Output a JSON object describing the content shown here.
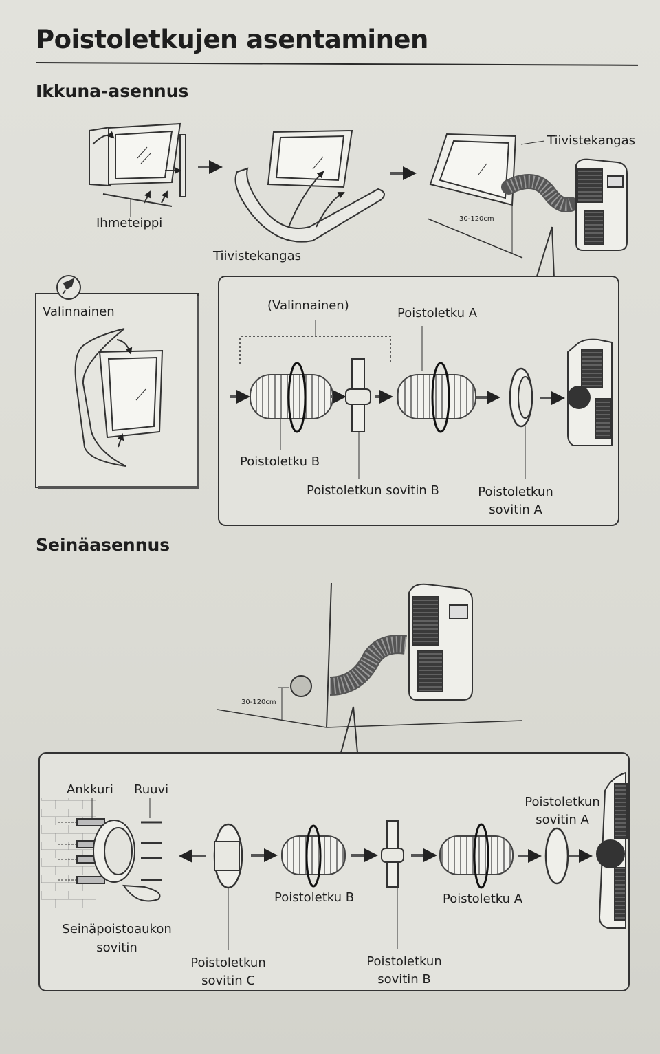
{
  "title": "Poistoletkujen asentaminen",
  "window_section": {
    "heading": "Ikkuna-asennus",
    "labels": {
      "ihmeteippi": "Ihmeteippi",
      "tiivistekangas_1": "Tiivistekangas",
      "tiivistekangas_2": "Tiivistekangas",
      "measure": "30-120cm",
      "valinnainen_box": "Valinnainen",
      "valinnainen_bracket": "(Valinnainen)",
      "poistoletku_a": "Poistoletku A",
      "poistoletku_b": "Poistoletku B",
      "sovitin_b": "Poistoletkun sovitin B",
      "sovitin_a_line1": "Poistoletkun",
      "sovitin_a_line2": "sovitin A"
    }
  },
  "wall_section": {
    "heading": "Seinäasennus",
    "labels": {
      "measure": "30-120cm",
      "ankkuri": "Ankkuri",
      "ruuvi": "Ruuvi",
      "sovitin_a_line1": "Poistoletkun",
      "sovitin_a_line2": "sovitin A",
      "poistoletku_b": "Poistoletku B",
      "poistoletku_a": "Poistoletku A",
      "seina_line1": "Seinäpoistoaukon",
      "seina_line2": "sovitin",
      "sovitin_c_line1": "Poistoletkun",
      "sovitin_c_line2": "sovitin C",
      "sovitin_b_line1": "Poistoletkun",
      "sovitin_b_line2": "sovitin B"
    }
  }
}
